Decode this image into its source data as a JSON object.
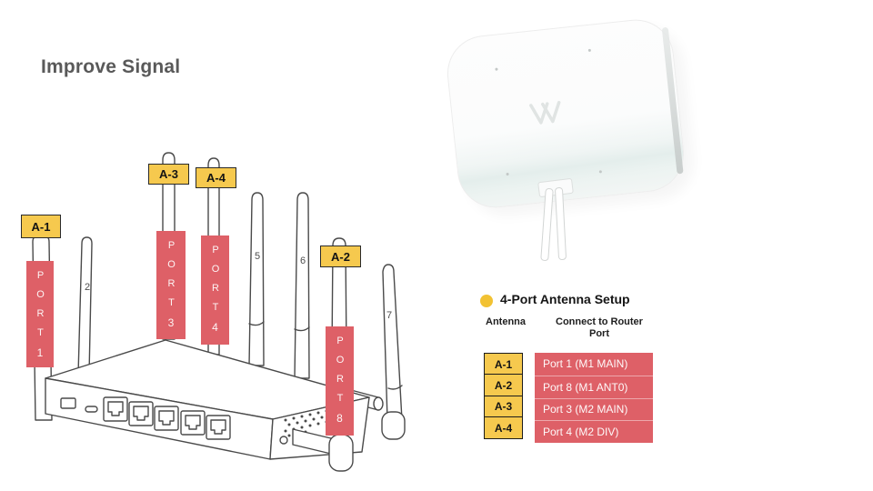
{
  "title": "Improve Signal",
  "colors": {
    "accent_red": "#DE6067",
    "accent_yellow": "#F6C94E",
    "heading_dot_yellow": "#F2C233",
    "line_art_gray": "#4a4a4a",
    "title_gray": "#595959"
  },
  "router_diagram": {
    "port_word": "PORT",
    "antenna_tags": [
      {
        "label": "A-1"
      },
      {
        "label": "A-3"
      },
      {
        "label": "A-4"
      },
      {
        "label": "A-2"
      }
    ],
    "port_bars": [
      {
        "number": "1"
      },
      {
        "number": "3"
      },
      {
        "number": "4"
      },
      {
        "number": "8"
      }
    ],
    "antenna_numbers": [
      {
        "value": "2"
      },
      {
        "value": "5"
      },
      {
        "value": "6"
      },
      {
        "value": "7"
      }
    ]
  },
  "panel_antenna": {
    "logo_mark": "W"
  },
  "setup_panel": {
    "heading": "4-Port Antenna Setup",
    "columns": [
      "Antenna",
      "Connect to Router Port"
    ],
    "rows": [
      {
        "antenna": "A-1",
        "port": "Port 1 (M1 MAIN)"
      },
      {
        "antenna": "A-2",
        "port": "Port 8 (M1 ANT0)"
      },
      {
        "antenna": "A-3",
        "port": "Port 3 (M2 MAIN)"
      },
      {
        "antenna": "A-4",
        "port": "Port 4 (M2 DIV)"
      }
    ]
  }
}
